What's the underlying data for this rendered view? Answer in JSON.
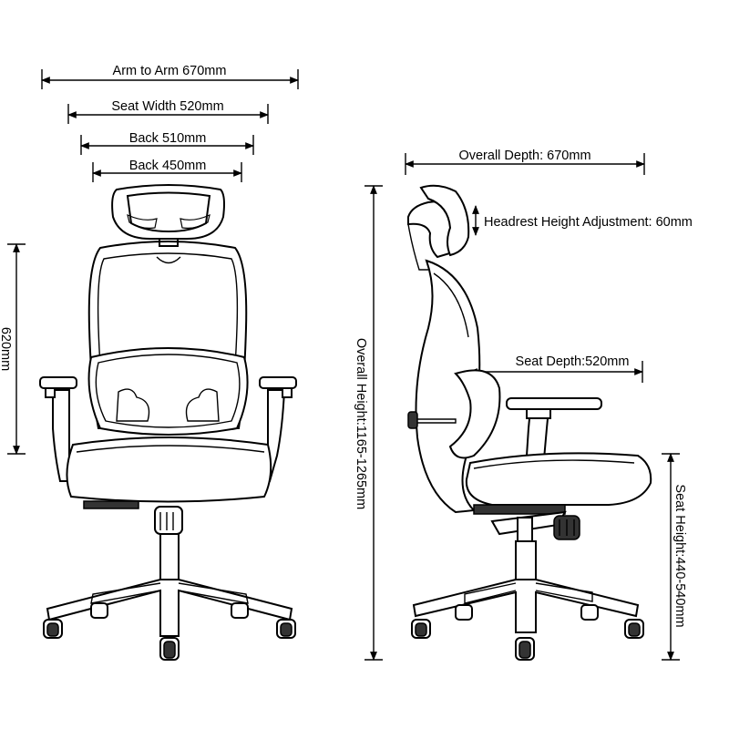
{
  "front_view": {
    "arm_to_arm": "Arm to Arm 670mm",
    "seat_width": "Seat Width 520mm",
    "back_width_upper": "Back 510mm",
    "back_width_lower": "Back 450mm",
    "back_height": "620mm"
  },
  "side_view": {
    "overall_depth": "Overall Depth: 670mm",
    "headrest_adjustment": "Headrest Height Adjustment: 60mm",
    "seat_depth": "Seat Depth:520mm",
    "overall_height": "Overall Height:1165-1265mm",
    "seat_height": "Seat Height:440-540mm"
  },
  "colors": {
    "line": "#000000",
    "background": "#ffffff"
  }
}
